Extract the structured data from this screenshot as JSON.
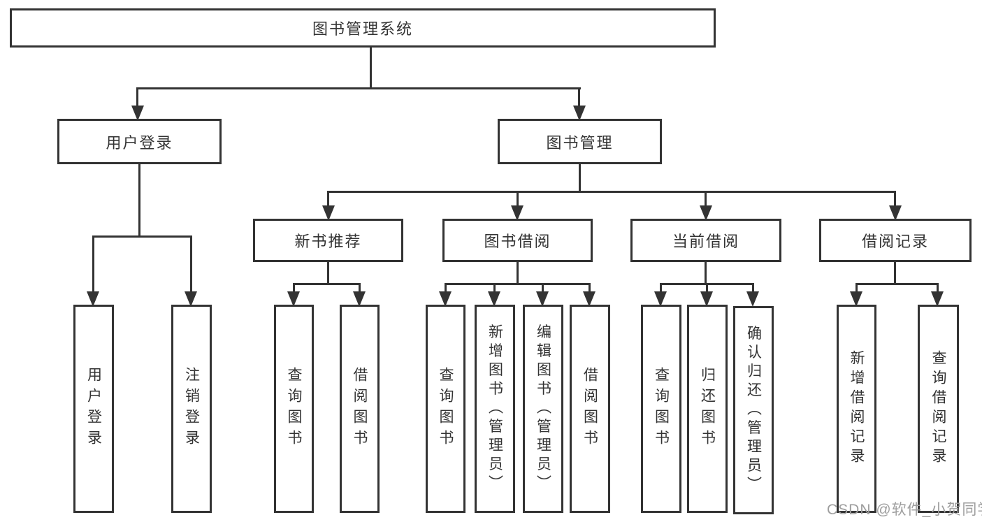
{
  "diagram": {
    "type": "hierarchy-flowchart",
    "nodes": {
      "root": {
        "label": "图书管理系统"
      },
      "user_login": {
        "label": "用户登录"
      },
      "book_mgmt": {
        "label": "图书管理"
      },
      "new_books": {
        "label": "新书推荐"
      },
      "book_borrow": {
        "label": "图书借阅"
      },
      "current_borrow": {
        "label": "当前借阅"
      },
      "borrow_records": {
        "label": "借阅记录"
      },
      "leaf_user_login": {
        "label": "用户登录"
      },
      "leaf_logout": {
        "label": "注销登录"
      },
      "leaf_nb_query": {
        "label": "查询图书"
      },
      "leaf_nb_borrow": {
        "label": "借阅图书"
      },
      "leaf_bb_query": {
        "label": "查询图书"
      },
      "leaf_bb_add": {
        "label": "新增图书（管理员）"
      },
      "leaf_bb_edit": {
        "label": "编辑图书（管理员）"
      },
      "leaf_bb_borrow": {
        "label": "借阅图书"
      },
      "leaf_cb_query": {
        "label": "查询图书"
      },
      "leaf_cb_return": {
        "label": "归还图书"
      },
      "leaf_cb_confirm": {
        "label": "确认归还（管理员）"
      },
      "leaf_br_add": {
        "label": "新增借阅记录"
      },
      "leaf_br_query": {
        "label": "查询借阅记录"
      }
    },
    "edges": [
      [
        "图书管理系统",
        "用户登录"
      ],
      [
        "图书管理系统",
        "图书管理"
      ],
      [
        "用户登录",
        "用户登录"
      ],
      [
        "用户登录",
        "注销登录"
      ],
      [
        "图书管理",
        "新书推荐"
      ],
      [
        "图书管理",
        "图书借阅"
      ],
      [
        "图书管理",
        "当前借阅"
      ],
      [
        "图书管理",
        "借阅记录"
      ],
      [
        "新书推荐",
        "查询图书"
      ],
      [
        "新书推荐",
        "借阅图书"
      ],
      [
        "图书借阅",
        "查询图书"
      ],
      [
        "图书借阅",
        "新增图书（管理员）"
      ],
      [
        "图书借阅",
        "编辑图书（管理员）"
      ],
      [
        "图书借阅",
        "借阅图书"
      ],
      [
        "当前借阅",
        "查询图书"
      ],
      [
        "当前借阅",
        "归还图书"
      ],
      [
        "当前借阅",
        "确认归还（管理员）"
      ],
      [
        "借阅记录",
        "新增借阅记录"
      ],
      [
        "借阅记录",
        "查询借阅记录"
      ]
    ],
    "colors": {
      "line": "#333333",
      "text": "#333333",
      "box_background": "#ffffff",
      "page_background": "#ffffff",
      "watermark": "#9e9e9e"
    }
  },
  "watermark": {
    "text": "CSDN @软件_小贺同学"
  }
}
